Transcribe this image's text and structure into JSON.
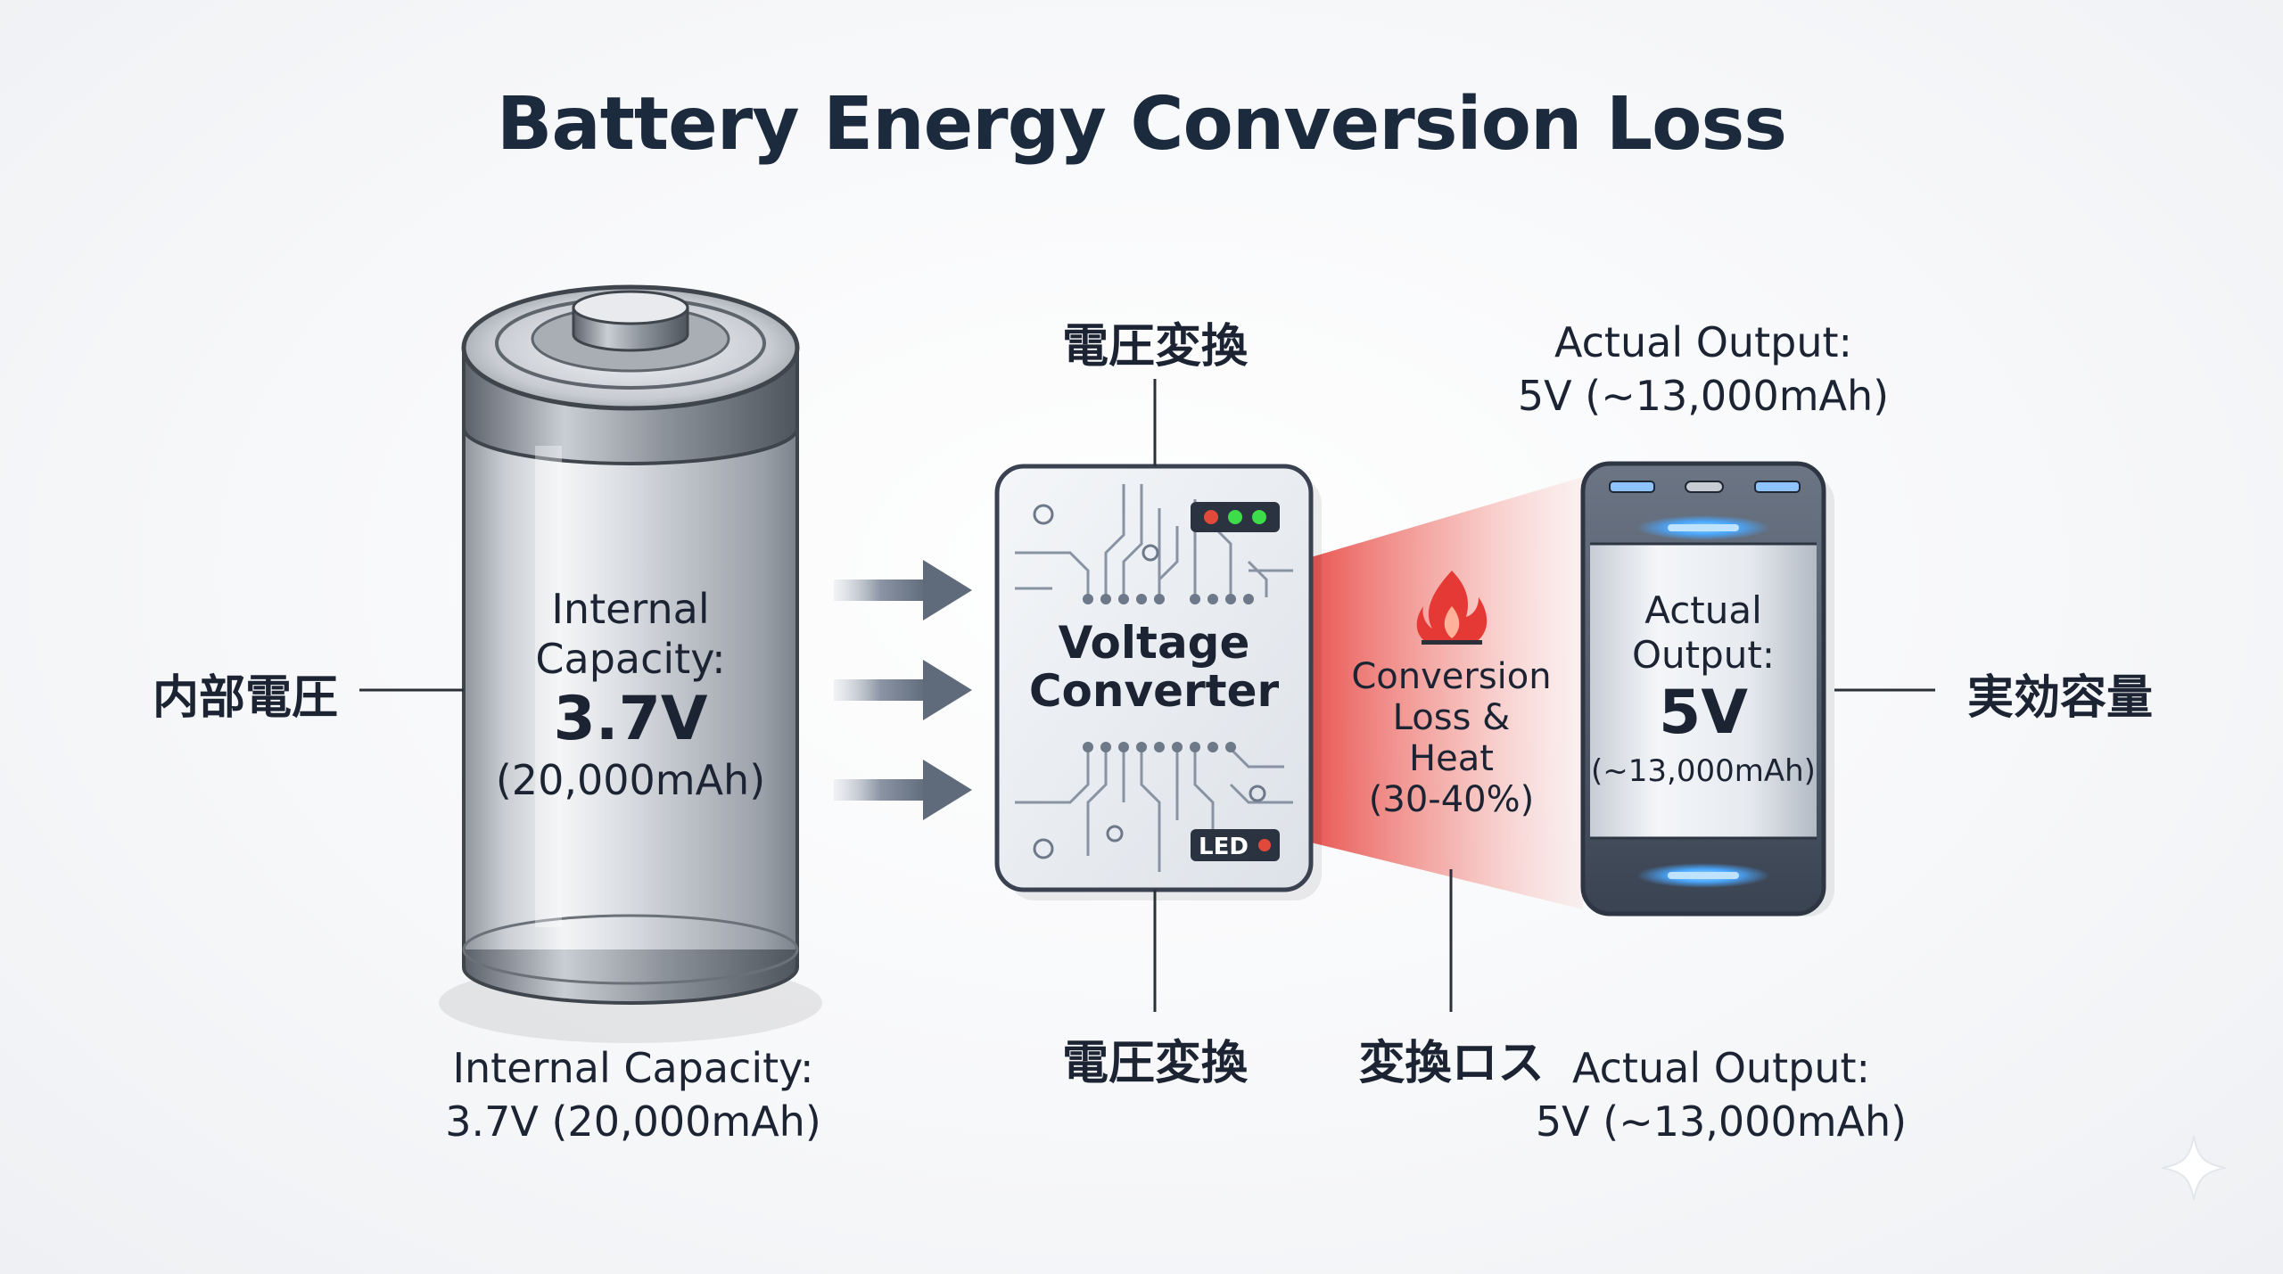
{
  "title": "Battery Energy Conversion Loss",
  "battery": {
    "side_label": "内部電圧",
    "inner_title_1": "Internal",
    "inner_title_2": "Capacity:",
    "inner_voltage": "3.7V",
    "inner_capacity": "(20,000mAh)",
    "caption_1": "Internal Capacity:",
    "caption_2": "3.7V (20,000mAh)"
  },
  "converter": {
    "top_label": "電圧変換",
    "bottom_label": "電圧変換",
    "title_1": "Voltage",
    "title_2": "Converter",
    "led_label": "LED"
  },
  "loss": {
    "line_1": "Conversion",
    "line_2": "Loss &",
    "line_3": "Heat",
    "percent": "(30-40%)",
    "bottom_label": "変換ロス"
  },
  "powerbank": {
    "side_label": "実効容量",
    "top_caption_1": "Actual Output:",
    "top_caption_2": "5V (~13,000mAh)",
    "inner_title_1": "Actual",
    "inner_title_2": "Output:",
    "inner_voltage": "5V",
    "inner_capacity": "(~13,000mAh)",
    "bottom_caption_1": "Actual Output:",
    "bottom_caption_2": "5V (~13,000mAh)"
  },
  "colors": {
    "title": "#1b2a3d",
    "arrow": "#6b7686",
    "loss_red": "#e53935",
    "led_green": "#3ddc4a",
    "glow_blue": "#4aa8ff"
  }
}
